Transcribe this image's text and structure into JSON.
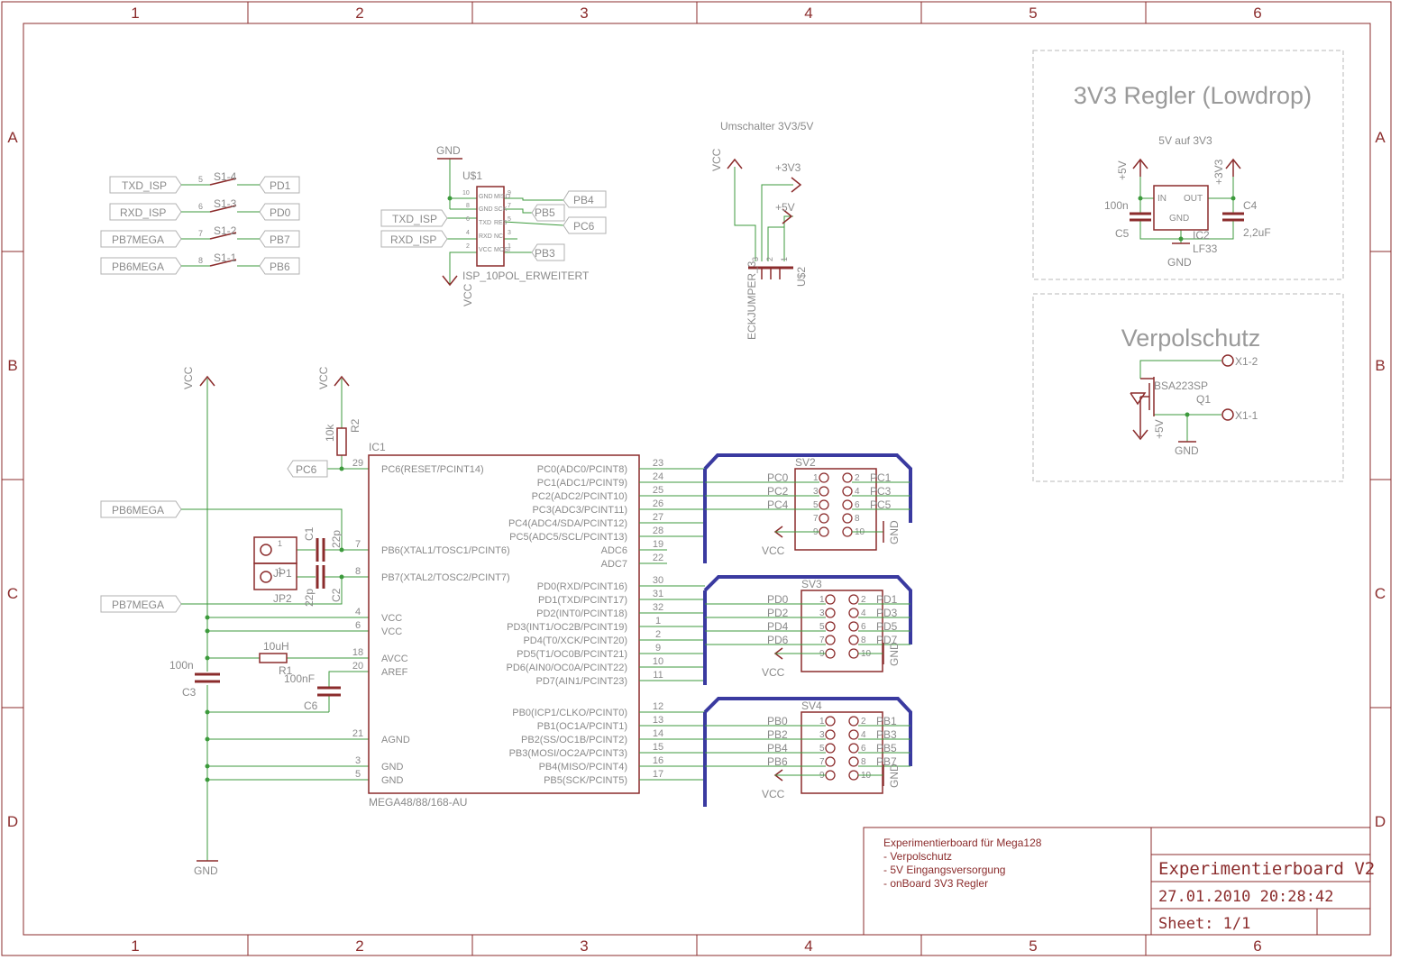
{
  "frame": {
    "columns": [
      "1",
      "2",
      "3",
      "4",
      "5",
      "6"
    ],
    "rows": [
      "A",
      "B",
      "C",
      "D"
    ]
  },
  "title_block": {
    "notes": [
      "Experimentierboard für Mega128",
      "- Verpolschutz",
      "- 5V Eingangsversorgung",
      "- onBoard 3V3 Regler"
    ],
    "title": "Experimentierboard V2",
    "datetime": "27.01.2010 20:28:42",
    "sheet": "Sheet: 1/1"
  },
  "regulator_box": {
    "title": "3V3 Regler (Lowdrop)",
    "subtitle": "5V auf 3V3",
    "in_supply": "+5V",
    "out_supply": "+3V3",
    "c5_value": "100n",
    "c5_name": "C5",
    "c4_value": "2,2uF",
    "c4_name": "C4",
    "pin_in": "IN",
    "pin_out": "OUT",
    "pin_gnd": "GND",
    "ic_name": "IC2",
    "ic_value": "LF33",
    "gnd": "GND"
  },
  "polarity_box": {
    "title": "Verpolschutz",
    "x1_2": "X1-2",
    "x1_1": "X1-1",
    "fet_value": "BSA223SP",
    "fet_name": "Q1",
    "supply": "+5V",
    "gnd": "GND"
  },
  "switch_block": {
    "rows": [
      {
        "left": "TXD_ISP",
        "pin": "5",
        "name": "S1-4",
        "right": "PD1"
      },
      {
        "left": "RXD_ISP",
        "pin": "6",
        "name": "S1-3",
        "right": "PD0"
      },
      {
        "left": "PB7MEGA",
        "pin": "7",
        "name": "S1-2",
        "right": "PB7"
      },
      {
        "left": "PB6MEGA",
        "pin": "8",
        "name": "S1-1",
        "right": "PB6"
      }
    ]
  },
  "isp": {
    "gnd": "GND",
    "name": "U$1",
    "value": "ISP_10POL_ERWEITERT",
    "vcc": "VCC",
    "left_labels": [
      "TXD_ISP",
      "RXD_ISP"
    ],
    "right_labels": [
      "PB4",
      "PB5",
      "PC6",
      "PB3"
    ],
    "pins_left": [
      "10",
      "8",
      "6",
      "4",
      "2"
    ],
    "pins_right": [
      "9",
      "7",
      "5",
      "3",
      "1"
    ],
    "pin_names_left": [
      "GND",
      "GND",
      "TXD",
      "RXD",
      "VCC"
    ],
    "pin_names_right": [
      "MISO",
      "SCK",
      "RES",
      "NC",
      "MOSI"
    ]
  },
  "jumper": {
    "title": "Umschalter 3V3/5V",
    "vcc": "VCC",
    "v33": "+3V3",
    "v5": "+5V",
    "name": "U$2",
    "value": "ECKJUMPER_3",
    "pins": [
      "3",
      "2",
      "1"
    ]
  },
  "left_power": {
    "vcc": "VCC",
    "gnd": "GND",
    "c3_value": "100n",
    "c3_name": "C3"
  },
  "reset": {
    "vcc": "VCC",
    "r_value": "10k",
    "r_name": "R2",
    "label": "PC6"
  },
  "crystal": {
    "pb6": "PB6MEGA",
    "pb7": "PB7MEGA",
    "c1_name": "C1",
    "c1_value": "22p",
    "c2_name": "C2",
    "c2_value": "22p",
    "jp1": "JP1",
    "jp2": "JP2",
    "pin1": "1",
    "pin2": "1"
  },
  "avcc": {
    "l_value": "10uH",
    "l_name": "R1",
    "c6_value": "100nF",
    "c6_name": "C6"
  },
  "ic1": {
    "name": "IC1",
    "value": "MEGA48/88/168-AU",
    "left_pins": [
      {
        "num": "29",
        "name": "PC6(RESET/PCINT14)"
      },
      {
        "num": "7",
        "name": "PB6(XTAL1/TOSC1/PCINT6)"
      },
      {
        "num": "8",
        "name": "PB7(XTAL2/TOSC2/PCINT7)"
      },
      {
        "num": "4",
        "name": "VCC"
      },
      {
        "num": "6",
        "name": "VCC"
      },
      {
        "num": "18",
        "name": "AVCC"
      },
      {
        "num": "20",
        "name": "AREF"
      },
      {
        "num": "21",
        "name": "AGND"
      },
      {
        "num": "3",
        "name": "GND"
      },
      {
        "num": "5",
        "name": "GND"
      }
    ],
    "right_pins": [
      {
        "num": "23",
        "name": "PC0(ADC0/PCINT8)"
      },
      {
        "num": "24",
        "name": "PC1(ADC1/PCINT9)"
      },
      {
        "num": "25",
        "name": "PC2(ADC2/PCINT10)"
      },
      {
        "num": "26",
        "name": "PC3(ADC3/PCINT11)"
      },
      {
        "num": "27",
        "name": "PC4(ADC4/SDA/PCINT12)"
      },
      {
        "num": "28",
        "name": "PC5(ADC5/SCL/PCINT13)"
      },
      {
        "num": "19",
        "name": "ADC6"
      },
      {
        "num": "22",
        "name": "ADC7"
      },
      {
        "num": "30",
        "name": "PD0(RXD/PCINT16)"
      },
      {
        "num": "31",
        "name": "PD1(TXD/PCINT17)"
      },
      {
        "num": "32",
        "name": "PD2(INT0/PCINT18)"
      },
      {
        "num": "1",
        "name": "PD3(INT1/OC2B/PCINT19)"
      },
      {
        "num": "2",
        "name": "PD4(T0/XCK/PCINT20)"
      },
      {
        "num": "9",
        "name": "PD5(T1/OC0B/PCINT21)"
      },
      {
        "num": "10",
        "name": "PD6(AIN0/OC0A/PCINT22)"
      },
      {
        "num": "11",
        "name": "PD7(AIN1/PCINT23)"
      },
      {
        "num": "12",
        "name": "PB0(ICP1/CLKO/PCINT0)"
      },
      {
        "num": "13",
        "name": "PB1(OC1A/PCINT1)"
      },
      {
        "num": "14",
        "name": "PB2(SS/OC1B/PCINT2)"
      },
      {
        "num": "15",
        "name": "PB3(MOSI/OC2A/PCINT3)"
      },
      {
        "num": "16",
        "name": "PB4(MISO/PCINT4)"
      },
      {
        "num": "17",
        "name": "PB5(SCK/PCINT5)"
      }
    ]
  },
  "headers": [
    {
      "name": "SV2",
      "left": [
        "PC0",
        "PC2",
        "PC4"
      ],
      "right": [
        "PC1",
        "PC3",
        "PC5"
      ],
      "vcc": "VCC",
      "gnd": "GND",
      "pins": [
        "1",
        "2",
        "3",
        "4",
        "5",
        "6",
        "7",
        "8",
        "9",
        "10"
      ]
    },
    {
      "name": "SV3",
      "left": [
        "PD0",
        "PD2",
        "PD4",
        "PD6"
      ],
      "right": [
        "PD1",
        "PD3",
        "PD5",
        "PD7"
      ],
      "vcc": "VCC",
      "gnd": "GND",
      "pins": [
        "1",
        "2",
        "3",
        "4",
        "5",
        "6",
        "7",
        "8",
        "9",
        "10"
      ]
    },
    {
      "name": "SV4",
      "left": [
        "PB0",
        "PB2",
        "PB4",
        "PB6"
      ],
      "right": [
        "PB1",
        "PB3",
        "PB5",
        "PB7"
      ],
      "vcc": "VCC",
      "gnd": "GND",
      "pins": [
        "1",
        "2",
        "3",
        "4",
        "5",
        "6",
        "7",
        "8",
        "9",
        "10"
      ]
    }
  ],
  "colors": {
    "frame": "#8b2c2c",
    "wire": "#3c9a3c",
    "symbol": "#8b2c2c",
    "text": "#8a8a8a",
    "bus": "#3a3aa0",
    "box": "#b8b8b8"
  }
}
